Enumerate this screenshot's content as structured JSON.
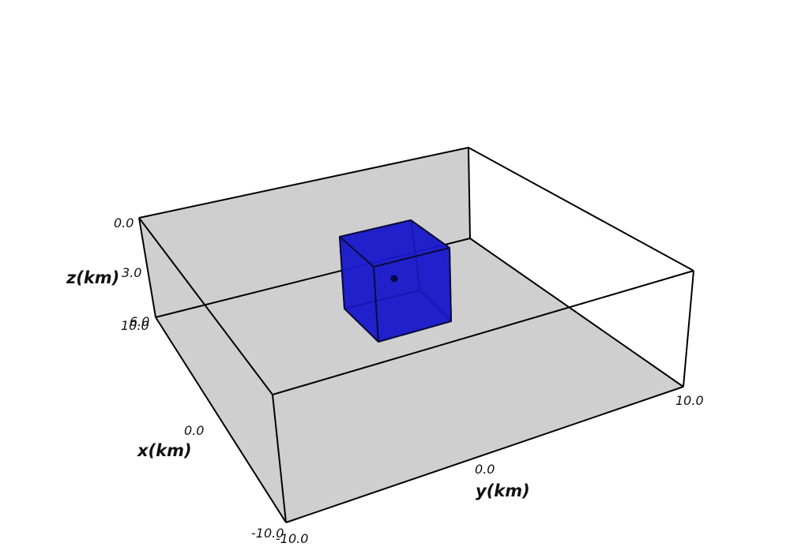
{
  "axes": {
    "z": {
      "label": "z(km)",
      "ticks": [
        "0.0",
        "3.0",
        "6.0"
      ]
    },
    "x": {
      "label": "x(km)",
      "ticks": [
        "10.0",
        "0.0",
        "-10.0"
      ]
    },
    "y": {
      "label": "y(km)",
      "ticks": [
        "-10.0",
        "0.0",
        "10.0"
      ]
    }
  },
  "colors": {
    "wall": "#cfcfcf",
    "box_edge": "#000000",
    "cube_fill": "#1a1acc",
    "cube_edge": "#0b0b40",
    "source_point": "#06064a"
  },
  "cube": {
    "description_fill_opacity": 0.8
  }
}
